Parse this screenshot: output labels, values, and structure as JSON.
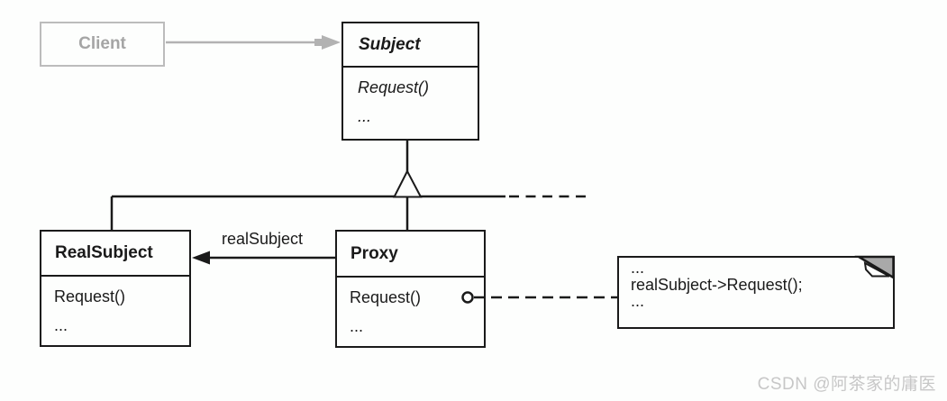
{
  "diagram_type": "uml-class-diagram",
  "pattern": "Proxy",
  "classes": {
    "client": {
      "name": "Client"
    },
    "subject": {
      "name": "Subject",
      "methods": [
        "Request()",
        "..."
      ]
    },
    "real_subject": {
      "name": "RealSubject",
      "methods": [
        "Request()",
        "..."
      ]
    },
    "proxy": {
      "name": "Proxy",
      "methods": [
        "Request()",
        "..."
      ]
    }
  },
  "relations": {
    "client_to_subject": "association",
    "subject_children": [
      "RealSubject",
      "Proxy"
    ],
    "proxy_to_real_subject_label": "realSubject"
  },
  "note": {
    "lines": [
      "...",
      "realSubject->Request();",
      "..."
    ]
  },
  "watermark": "CSDN @阿茶家的庸医",
  "colors": {
    "ink": "#1a1a1a",
    "grayed_out": "#b0b0b0",
    "note_fold_fill": "#a9a9a9",
    "watermark": "#c7c7c7",
    "background": "#fdfefd"
  }
}
